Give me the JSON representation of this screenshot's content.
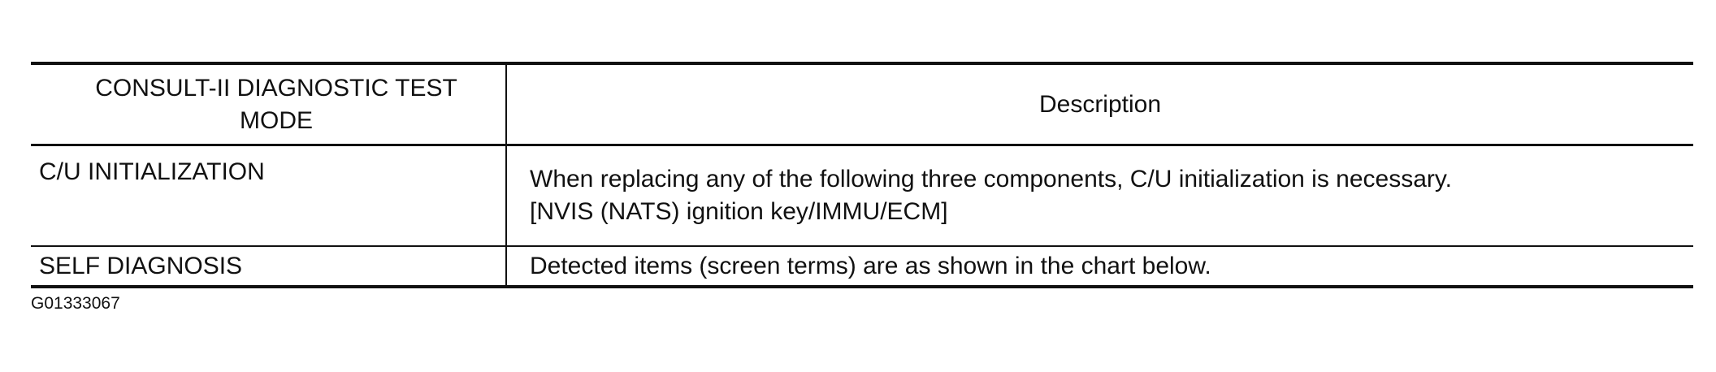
{
  "table": {
    "headers": [
      "CONSULT-II DIAGNOSTIC TEST MODE",
      "Description"
    ],
    "rows": [
      {
        "mode": "C/U INITIALIZATION",
        "description_lines": [
          "When replacing any of the following three components, C/U initialization is necessary.",
          "[NVIS (NATS) ignition key/IMMU/ECM]"
        ]
      },
      {
        "mode": "SELF DIAGNOSIS",
        "description_lines": [
          "Detected items (screen terms) are as shown in the chart below."
        ]
      }
    ]
  },
  "figure_id": "G01333067"
}
